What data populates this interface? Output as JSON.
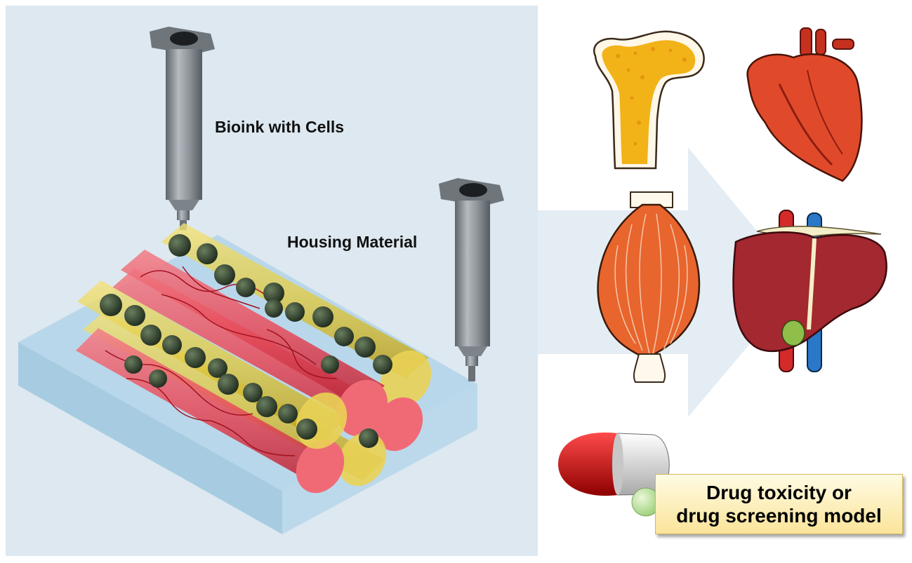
{
  "labels": {
    "bioink": "Bioink with Cells",
    "housing": "Housing Material"
  },
  "drug_box": {
    "line1": "Drug toxicity or",
    "line2": "drug screening model"
  },
  "colors": {
    "panel_background": "#dde8f0",
    "glass_slab": "#b9d7ea",
    "arrow": "#e4edf4",
    "red_tube": "#e8505e",
    "yellow_tube": "#e0c83a",
    "cell_sphere": "#2d3d2c",
    "nozzle": "#8a9096"
  },
  "organs": [
    "bone-icon",
    "heart-icon",
    "muscle-icon",
    "liver-icon"
  ],
  "pill": "capsule-icon"
}
